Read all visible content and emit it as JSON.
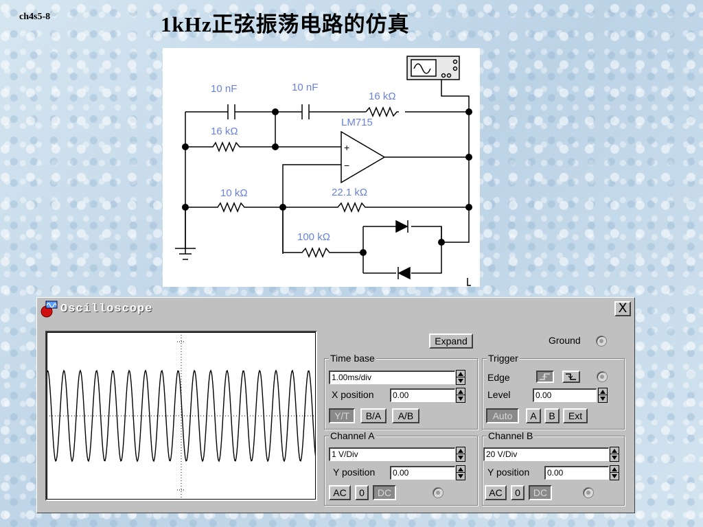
{
  "slide": {
    "id": "ch4s5-8",
    "title": "1kHz正弦振荡电路的仿真"
  },
  "schematic": {
    "labels": {
      "c1": "10 nF",
      "c2": "10 nF",
      "r_top": "16 kΩ",
      "r_mid": "16 kΩ",
      "opamp": "LM715",
      "r_gnd": "10 kΩ",
      "r_fb": "22.1 kΩ",
      "r_diode": "100 kΩ",
      "opamp_plus": "+",
      "opamp_minus": "−"
    }
  },
  "oscilloscope": {
    "title": "Oscilloscope",
    "close_label": "X",
    "expand_label": "Expand",
    "ground_label": "Ground",
    "timebase": {
      "title": "Time base",
      "value": "1.00ms/div",
      "xpos_label": "X position",
      "xpos_value": "0.00",
      "mode_yt": "Y/T",
      "mode_ba": "B/A",
      "mode_ab": "A/B"
    },
    "trigger": {
      "title": "Trigger",
      "edge_label": "Edge",
      "level_label": "Level",
      "level_value": "0.00",
      "auto": "Auto",
      "a": "A",
      "b": "B",
      "ext": "Ext"
    },
    "channel_a": {
      "title": "Channel A",
      "scale": "1 V/Div",
      "ypos_label": "Y position",
      "ypos_value": "0.00",
      "ac": "AC",
      "zero": "0",
      "dc": "DC"
    },
    "channel_b": {
      "title": "Channel B",
      "scale": "20 V/Div",
      "ypos_label": "Y position",
      "ypos_value": "0.00",
      "ac": "AC",
      "zero": "0",
      "dc": "DC"
    },
    "waveform": {
      "cycles_visible": 16.5,
      "trace_color": "#000000"
    }
  },
  "icons": [
    "oscilloscope-app-icon",
    "close-icon",
    "spinner-icon",
    "radio-icon",
    "rising-edge-icon",
    "falling-edge-icon",
    "oscilloscope-symbol-icon",
    "ground-icon"
  ]
}
